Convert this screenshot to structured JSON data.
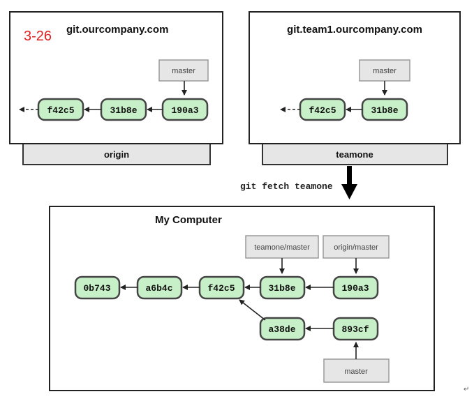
{
  "figure_label": "3-26",
  "command": "git fetch teamone",
  "return_mark": "↵",
  "servers": [
    {
      "name": "git.ourcompany.com",
      "label": "origin"
    },
    {
      "name": "git.team1.ourcompany.com",
      "label": "teamone"
    }
  ],
  "computer": {
    "name": "My Computer"
  },
  "commits": {
    "origin_f42c5": "f42c5",
    "origin_31b8e": "31b8e",
    "origin_190a3": "190a3",
    "team_f42c5": "f42c5",
    "team_31b8e": "31b8e",
    "pc_0b743": "0b743",
    "pc_a6b4c": "a6b4c",
    "pc_f42c5": "f42c5",
    "pc_31b8e": "31b8e",
    "pc_190a3": "190a3",
    "pc_a38de": "a38de",
    "pc_893cf": "893cf"
  },
  "refs": {
    "origin_master": "master",
    "team_master": "master",
    "pc_teamone_master": "teamone/master",
    "pc_origin_master": "origin/master",
    "pc_master": "master"
  }
}
